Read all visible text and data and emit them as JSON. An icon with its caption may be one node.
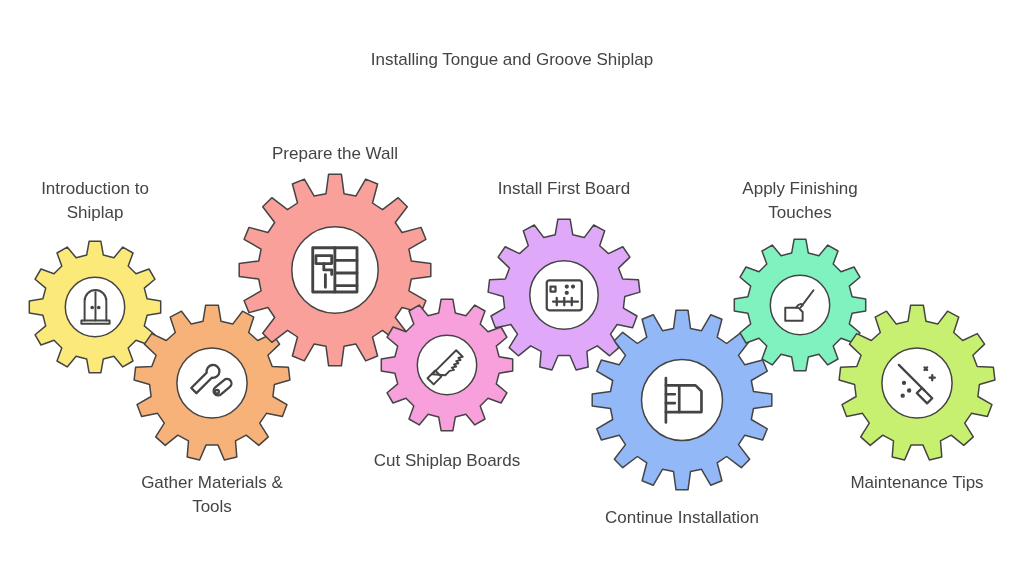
{
  "diagram": {
    "title": "Installing Tongue and Groove Shiplap",
    "nodes": [
      {
        "text": [
          "Introduction to Shiplap"
        ]
      },
      {
        "text": [
          "Gather Materials & Tools"
        ]
      },
      {
        "text": [
          "Prepare the Wall"
        ]
      },
      {
        "text": [
          "Cut Shiplap Boards"
        ]
      },
      {
        "text": [
          "Install First Board"
        ]
      },
      {
        "text": [
          "Continue Installation"
        ]
      },
      {
        "text": [
          "Apply Finishing Touches"
        ]
      },
      {
        "text": [
          "Maintenance Tips"
        ]
      }
    ],
    "edges": []
  }
}
